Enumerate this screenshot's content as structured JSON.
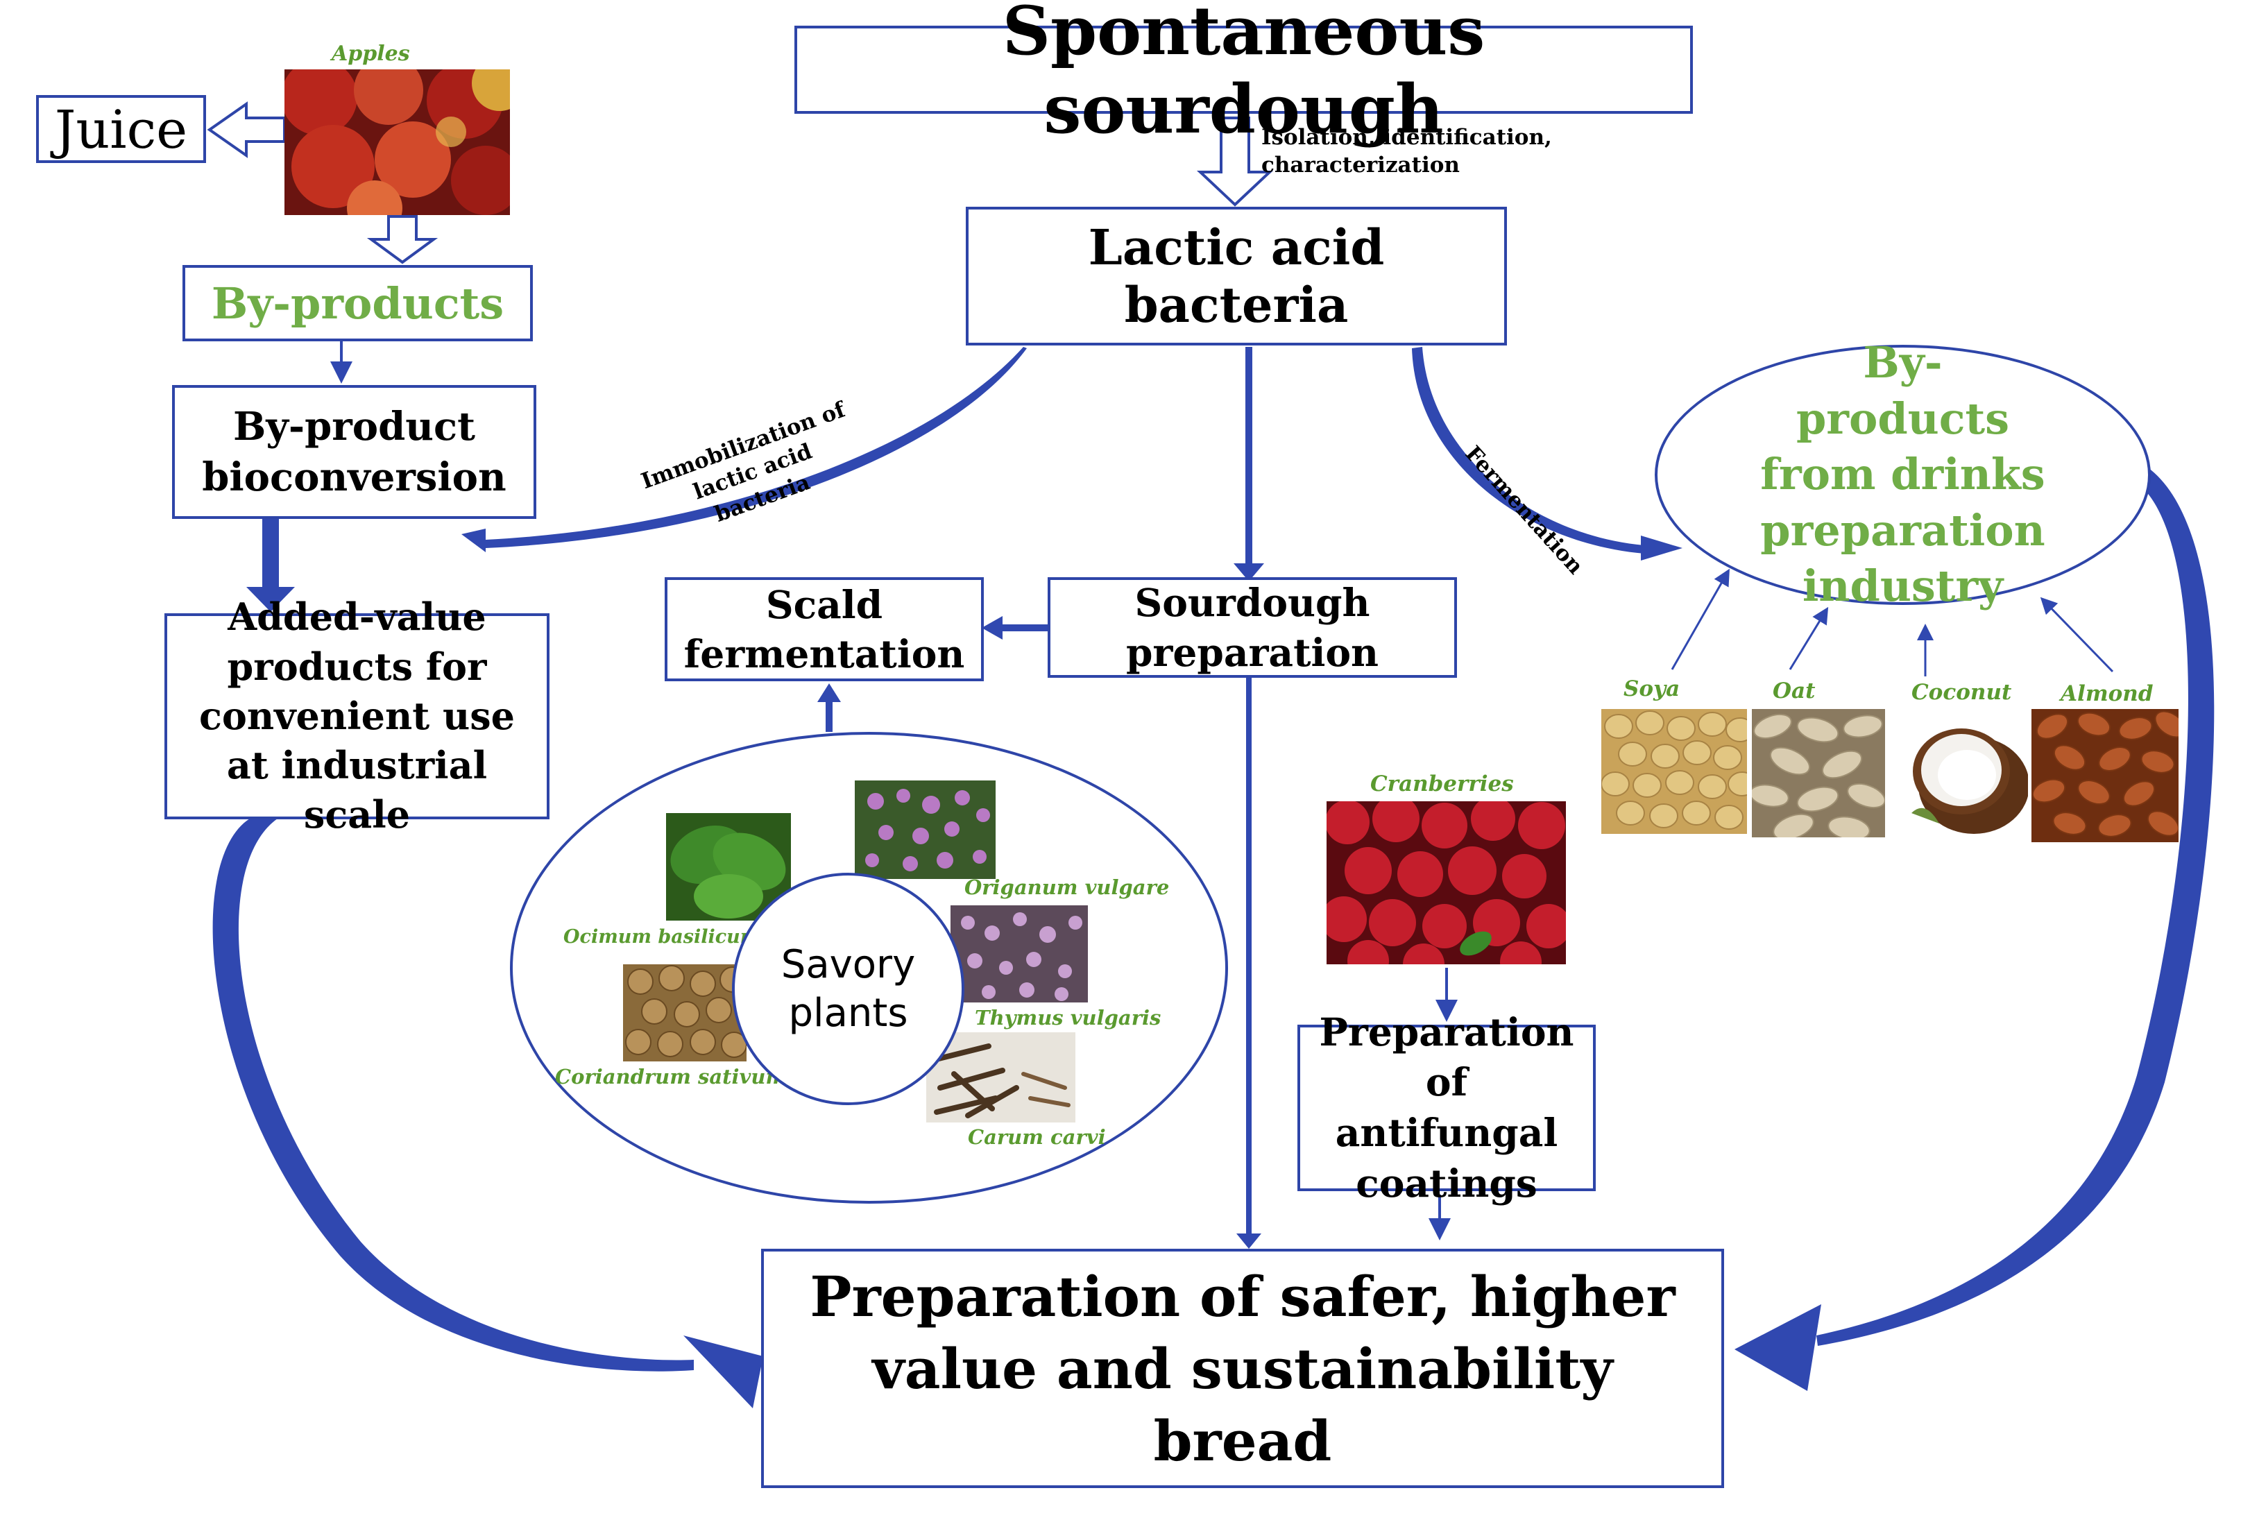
{
  "title": "Spontaneous sourdough",
  "nodes": {
    "lab": "Lactic acid bacteria",
    "juice": "Juice",
    "byproducts": "By-products",
    "bioconversion": "By-product bioconversion",
    "added_value": "Added-value products for convenient use at industrial scale",
    "scald": "Scald fermentation",
    "sourdough_prep": "Sourdough preparation",
    "drinks_byproducts": "By-products from drinks preparation industry",
    "savory": "Savory plants",
    "antifungal": "Preparation of antifungal coatings",
    "final": "Preparation of safer, higher value and sustainability bread"
  },
  "edge_labels": {
    "isolation": "Isolation, identification, characterization",
    "immobilization": "Immobilization of lactic acid bacteria",
    "fermentation": "Fermentation"
  },
  "photo_labels": {
    "apples": "Apples",
    "cranberries": "Cranberries",
    "soya": "Soya",
    "oat": "Oat",
    "coconut": "Coconut",
    "almond": "Almond",
    "ocimum": "Ocimum basilicum",
    "origanum": "Origanum vulgare",
    "thymus": "Thymus vulgaris",
    "coriandrum": "Coriandrum sativum",
    "carum": "Carum carvi"
  },
  "colors": {
    "border": "#2e45a8",
    "arrow": "#3048b0",
    "green_text": "#70ad47"
  }
}
